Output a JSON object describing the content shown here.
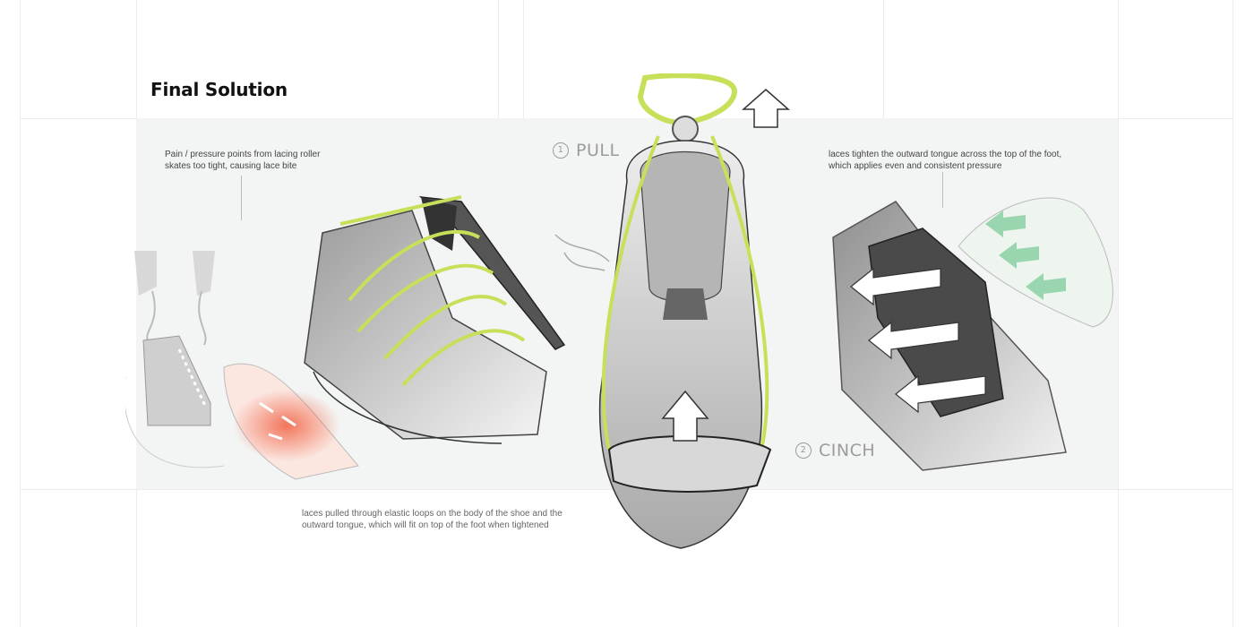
{
  "header": {
    "title": "Final Solution"
  },
  "annotations": {
    "pain_points": "Pain / pressure points from lacing roller skates too tight, causing lace bite",
    "laces_pulled": "laces pulled through elastic loops on the body of the shoe and the outward tongue, which will fit on top of the foot when tightened",
    "laces_tighten": "laces tighten the outward tongue across the top of the foot, which applies even and consistent pressure"
  },
  "steps": [
    {
      "number": "1",
      "label": "PULL"
    },
    {
      "number": "2",
      "label": "CINCH"
    }
  ],
  "colors": {
    "lace_green": "#c6e05a",
    "pain_red": "#f05a3a",
    "relief_green": "#8fd3a8",
    "panel_bg": "#f3f5f4"
  }
}
